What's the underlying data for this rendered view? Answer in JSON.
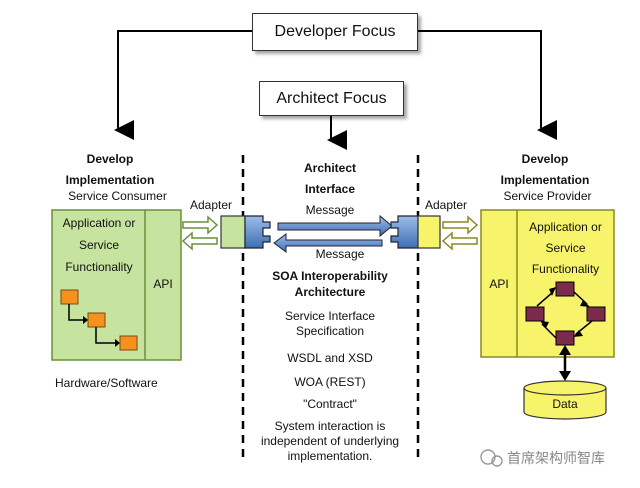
{
  "top": {
    "developer_focus": "Developer Focus",
    "architect_focus": "Architect Focus"
  },
  "consumer": {
    "heading_line1": "Develop",
    "heading_line2": "Implementation",
    "heading_line3": "Service Consumer",
    "box_text_line1": "Application or",
    "box_text_line2": "Service",
    "box_text_line3": "Functionality",
    "api_label": "API",
    "adapter_label": "Adapter",
    "footer": "Hardware/Software",
    "color_fill": "#c6e3a0",
    "color_border": "#6a8f3c",
    "color_node": "#f5921e"
  },
  "provider": {
    "heading_line1": "Develop",
    "heading_line2": "Implementation",
    "heading_line3": "Service Provider",
    "box_text_line1": "Application or",
    "box_text_line2": "Service",
    "box_text_line3": "Functionality",
    "api_label": "API",
    "adapter_label": "Adapter",
    "data_label": "Data",
    "color_fill": "#f7f36a",
    "color_border": "#8a8a20",
    "color_node": "#7a2a4a"
  },
  "middle": {
    "heading_line1": "Architect",
    "heading_line2": "Interface",
    "message_top": "Message",
    "message_bottom": "Message",
    "soa_line1": "SOA Interoperability",
    "soa_line2": "Architecture",
    "spec_line1": "Service Interface",
    "spec_line2": "Specification",
    "wsdl": "WSDL and XSD",
    "woa": "WOA (REST)",
    "contract": "\"Contract\"",
    "note_line1": "System interaction is",
    "note_line2": "independent of underlying",
    "note_line3": "implementation.",
    "color_arrow": "#4a7fc1"
  },
  "watermark": "首席架构师智库"
}
